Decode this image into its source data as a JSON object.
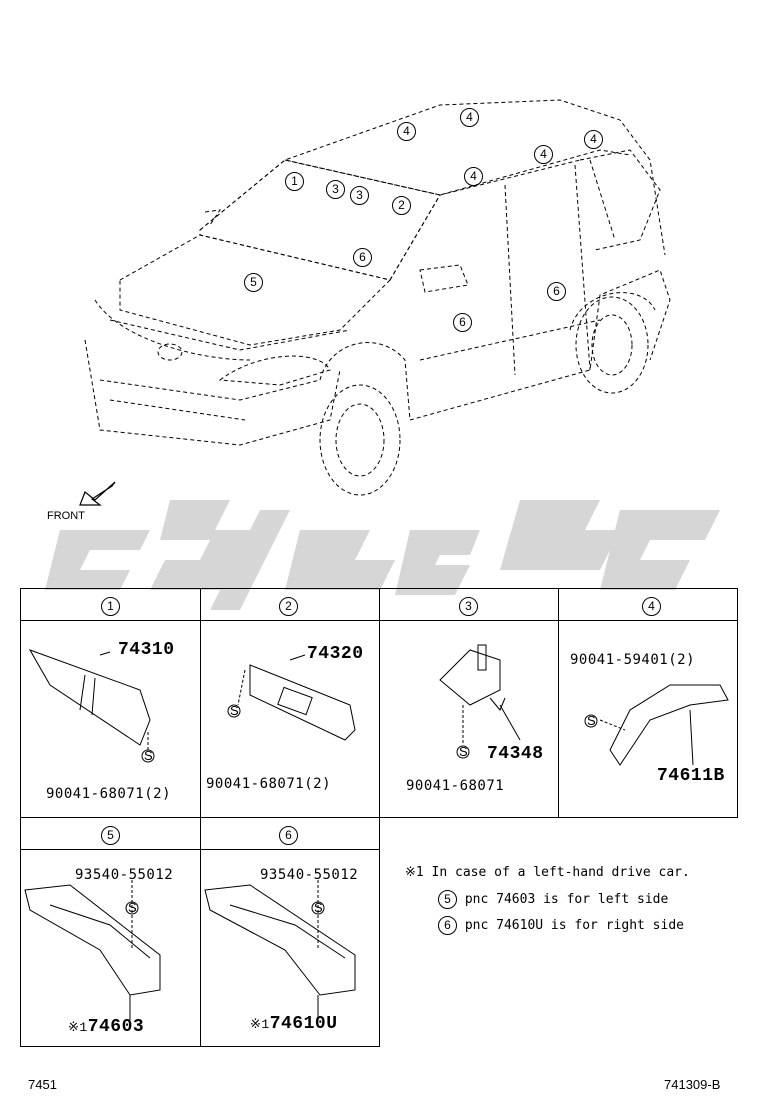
{
  "diagram": {
    "front_label": "FRONT",
    "car_callouts": [
      "4",
      "4",
      "4",
      "4",
      "4",
      "1",
      "3",
      "3",
      "2",
      "6",
      "5",
      "6",
      "6"
    ],
    "table": {
      "headers": [
        "1",
        "2",
        "3",
        "4",
        "5",
        "6"
      ],
      "cells": [
        {
          "index": "1",
          "part_number": "74310",
          "fastener": "90041-68071(2)"
        },
        {
          "index": "2",
          "part_number": "74320",
          "fastener": "90041-68071(2)"
        },
        {
          "index": "3",
          "part_number": "74348",
          "fastener": "90041-68071"
        },
        {
          "index": "4",
          "part_number": "74611B",
          "fastener": "90041-59401(2)"
        },
        {
          "index": "5",
          "part_number": "74603",
          "fastener": "93540-55012",
          "marker": "※1"
        },
        {
          "index": "6",
          "part_number": "74610U",
          "fastener": "93540-55012",
          "marker": "※1"
        }
      ],
      "screw_symbol": "S"
    },
    "notes": {
      "heading": "※1 In case of a left-hand drive car.",
      "line1_index": "5",
      "line1_text": "pnc 74603 is for left side",
      "line2_index": "6",
      "line2_text": "pnc 74610U is for right side"
    },
    "footer": {
      "left": "7451",
      "right": "741309-B"
    },
    "colors": {
      "line": "#000000",
      "watermark": "#cfcfcf",
      "background": "#ffffff"
    }
  }
}
